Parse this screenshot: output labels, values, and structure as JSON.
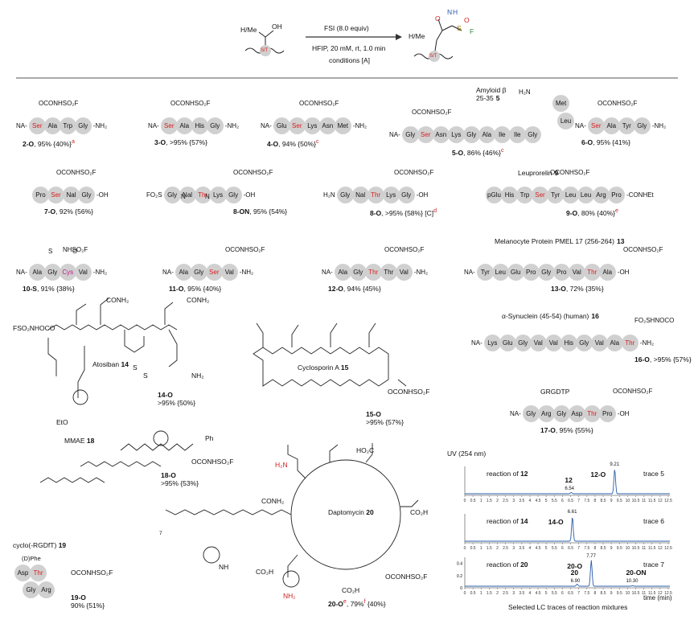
{
  "scheme": {
    "reagent": "FSI (8.0 equiv)",
    "conditions": "HFIP, 20 mM, rt, 1.0 min",
    "conditions_tag": "conditions [A]",
    "start_group": "H/Me",
    "start_oh": "OH",
    "residue_tag": "S/T",
    "prod_me": "H/Me",
    "prod_atoms": [
      "O",
      "N",
      "H",
      "S",
      "O",
      "F"
    ]
  },
  "row1": [
    {
      "n": "NA-",
      "seq": [
        "Ser",
        "Ala",
        "Trp",
        "Gly"
      ],
      "end": "-NH₂",
      "hl": 0,
      "side": "OCONHSO₂F",
      "id": "2-O",
      "res": ", 95% {40%}",
      "sup": "a"
    },
    {
      "n": "NA-",
      "seq": [
        "Ser",
        "Ala",
        "His",
        "Gly"
      ],
      "end": "-NH₂",
      "hl": 0,
      "side": "OCONHSO₂F",
      "id": "3-O",
      "res": ", >95% {57%}",
      "sup": ""
    },
    {
      "n": "NA-",
      "seq": [
        "Glu",
        "Ser",
        "Lys",
        "Asn",
        "Met"
      ],
      "end": "-NH₂",
      "hl": 1,
      "side": "OCONHSO₂F",
      "id": "4-O",
      "res": ", 94% {50%}",
      "sup": "c"
    },
    {
      "n": "NA-",
      "seq": [
        "Gly",
        "Ser",
        "Asn",
        "Lys",
        "Gly",
        "Ala",
        "Ile",
        "Ile",
        "Gly"
      ],
      "end": "",
      "hl": 1,
      "side": "OCONHSO₂F",
      "id": "5-O",
      "res": ", 86% {46%}",
      "sup": "c",
      "title": "Amyloid β",
      "title2": "25-35",
      "num": "5",
      "extra": [
        "Met",
        "Leu"
      ],
      "nh2": "H₂N"
    },
    {
      "n": "NA-",
      "seq": [
        "Ser",
        "Ala",
        "Tyr",
        "Gly"
      ],
      "end": "-NH₂",
      "hl": 0,
      "side": "OCONHSO₂F",
      "id": "6-O",
      "res": ", 95% {41%}",
      "sup": ""
    }
  ],
  "row2": [
    {
      "n": "",
      "seq": [
        "Pro",
        "Ser",
        "Nal",
        "Gly"
      ],
      "end": "-OH",
      "hl": 1,
      "side": "OCONHSO₂F",
      "id": "7-O",
      "res": ", 92% {56%}",
      "sup": ""
    },
    {
      "n": "",
      "seq": [
        "Gly",
        "Nal",
        "Thr",
        "Lys",
        "Gly"
      ],
      "end": "-OH",
      "hl": 2,
      "side": "OCONHSO₂F",
      "id": "8-ON",
      "res": ", 95% {54%}",
      "sup": "",
      "pre": "FO₂S",
      "pre2": "N",
      "pre3": "N"
    },
    {
      "n": "",
      "seq": [
        "Gly",
        "Nal",
        "Thr",
        "Lys",
        "Gly"
      ],
      "end": "-OH",
      "hl": 2,
      "side": "OCONHSO₂F",
      "id": "8-O",
      "res": ", >95% {58%} [C]",
      "sup": "d",
      "pre": "H₂N"
    },
    {
      "n": "",
      "seq": [
        "pGlu",
        "His",
        "Trp",
        "Ser",
        "Tyr",
        "Leu",
        "Leu",
        "Arg",
        "Pro"
      ],
      "end": "-CONHEt",
      "hl": 3,
      "side": "OCONHSO₂F",
      "id": "9-O",
      "res": ", 80% {40%}",
      "sup": "e",
      "title": "Leuprorelin",
      "num": "9"
    }
  ],
  "row3": [
    {
      "n": "NA-",
      "seq": [
        "Ala",
        "Gly",
        "Cys",
        "Val"
      ],
      "end": "-NH₂",
      "hl": 2,
      "side": "NHSO₂F",
      "id": "10-S",
      "res": ", 91% {38%}",
      "sup": "",
      "atomS": "S",
      "atomO": "O"
    },
    {
      "n": "NA-",
      "seq": [
        "Ala",
        "Gly",
        "Ser",
        "Val"
      ],
      "end": "-NH₂",
      "hl": 2,
      "side": "OCONHSO₂F",
      "id": "11-O",
      "res": ", 95% {40%}",
      "sup": ""
    },
    {
      "n": "NA-",
      "seq": [
        "Ala",
        "Gly",
        "Thr",
        "Thr",
        "Val"
      ],
      "end": "-NH₂",
      "hl": 2,
      "side": "OCONHSO₂F",
      "id": "12-O",
      "res": ", 94% {45%}",
      "sup": ""
    },
    {
      "n": "NA-",
      "seq": [
        "Tyr",
        "Leu",
        "Glu",
        "Pro",
        "Gly",
        "Pro",
        "Val",
        "Thr",
        "Ala"
      ],
      "end": "-OH",
      "hl": 7,
      "side": "OCONHSO₂F",
      "id": "13-O",
      "res": ", 72% {35%}",
      "sup": "",
      "title": "Melanocyte Protein PMEL 17 (256-264)",
      "num": "13"
    }
  ],
  "row4": [
    {
      "n": "NA-",
      "seq": [
        "Lys",
        "Glu",
        "Gly",
        "Val",
        "Val",
        "His",
        "Gly",
        "Val",
        "Ala",
        "Thr"
      ],
      "end": "-NH₂",
      "hl": 9,
      "side": "FO₂SHNOCO",
      "id": "16-O",
      "res": ", >95% {57%}",
      "sup": "",
      "title": "α-Synuclein (45-54) (human)",
      "num": "16"
    },
    {
      "n": "NA-",
      "seq": [
        "Gly",
        "Arg",
        "Gly",
        "Asp",
        "Thr",
        "Pro"
      ],
      "end": "-OH",
      "hl": 4,
      "side": "OCONHSO₂F",
      "id": "17-O",
      "res": ", 95% {55%}",
      "sup": "",
      "title": "GRGDTP"
    }
  ],
  "atosiban": {
    "name": "Atosiban",
    "num": "14",
    "id": "14-O",
    "res": ">95% {50%}",
    "labels": [
      "FSO₂NHOCO",
      "CONH₂",
      "CONH₂",
      "NH₂",
      "S",
      "S",
      "EtO"
    ]
  },
  "cyclosporin": {
    "name": "Cyclosporin A",
    "num": "15",
    "id": "15-O",
    "res": ">95% {57%}",
    "side": "OCONHSO₂F"
  },
  "mmae": {
    "name": "MMAE",
    "num": "18",
    "id": "18-O",
    "res": ">95% {53%}",
    "side": "OCONHSO₂F",
    "ph": "Ph"
  },
  "cyclo": {
    "name": "cyclo(-RGDfT)",
    "num": "19",
    "id": "19-O",
    "res": "90% {51%}",
    "dphe": "(D)Phe",
    "seq": [
      "Asp",
      "Thr",
      "Gly",
      "Arg"
    ],
    "side": "OCONHSO₂F"
  },
  "dapto": {
    "name": "Daptomycin",
    "num": "20",
    "id": "20-O",
    "idsup": "e",
    "res": ", 79%",
    "ressup": "f",
    "res2": " {40%}",
    "labels": [
      "H₂N",
      "HO₂C",
      "CONH₂",
      "CO₂H",
      "CO₂H",
      "CO₂H",
      "NH",
      "NH₂",
      "OCONHSO₂F",
      "7"
    ]
  },
  "lc": {
    "title": "UV (254 nm)",
    "caption": "Selected LC traces of reaction mixtures",
    "xlabel": "time (min)",
    "xticks": [
      "0",
      "0.5",
      "1",
      "1.5",
      "2",
      "2.5",
      "3",
      "3.5",
      "4",
      "4.5",
      "5",
      "5.5",
      "6",
      "6.5",
      "7",
      "7.5",
      "8",
      "8.5",
      "9",
      "9.5",
      "10",
      "10.5",
      "11",
      "11.5",
      "12",
      "12.5"
    ],
    "traces": [
      {
        "label": "reaction of ",
        "labelnum": "12",
        "trace": "trace 5",
        "peaks": [
          {
            "t": 6.54,
            "h": 0.05,
            "name": "12",
            "val": "6.54"
          },
          {
            "t": 9.21,
            "h": 1.0,
            "name": "12-O",
            "val": "9.21"
          }
        ],
        "yticks": []
      },
      {
        "label": "reaction of ",
        "labelnum": "14",
        "trace": "trace 6",
        "peaks": [
          {
            "t": 6.61,
            "h": 1.0,
            "name": "14-O",
            "val": "6.61"
          }
        ],
        "yticks": []
      },
      {
        "label": "reaction of ",
        "labelnum": "20",
        "trace": "trace 7",
        "peaks": [
          {
            "t": 6.9,
            "h": 0.08,
            "name": "20",
            "val": "6.90"
          },
          {
            "t": 7.77,
            "h": 1.0,
            "name": "20-O",
            "val": "7.77"
          },
          {
            "t": 10.3,
            "h": 0.02,
            "name": "20-ON",
            "val": "10.30"
          }
        ],
        "yticks": [
          "0.4",
          "0.2",
          "0"
        ]
      }
    ]
  }
}
